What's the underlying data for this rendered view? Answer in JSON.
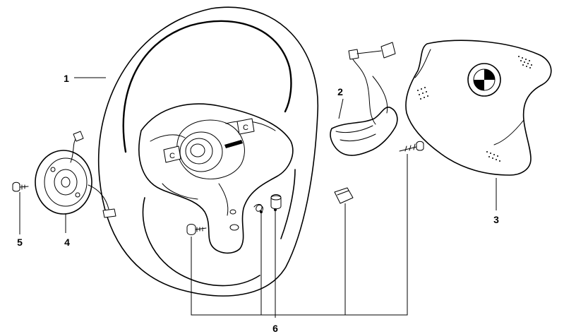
{
  "callouts": {
    "c1": "1",
    "c2": "2",
    "c3": "3",
    "c4": "4",
    "c5": "5",
    "c6": "6"
  },
  "wheel_marks": {
    "spoke_left_letter": "C",
    "spoke_right_letter": "C"
  },
  "colors": {
    "line": "#000000",
    "background": "#ffffff"
  }
}
